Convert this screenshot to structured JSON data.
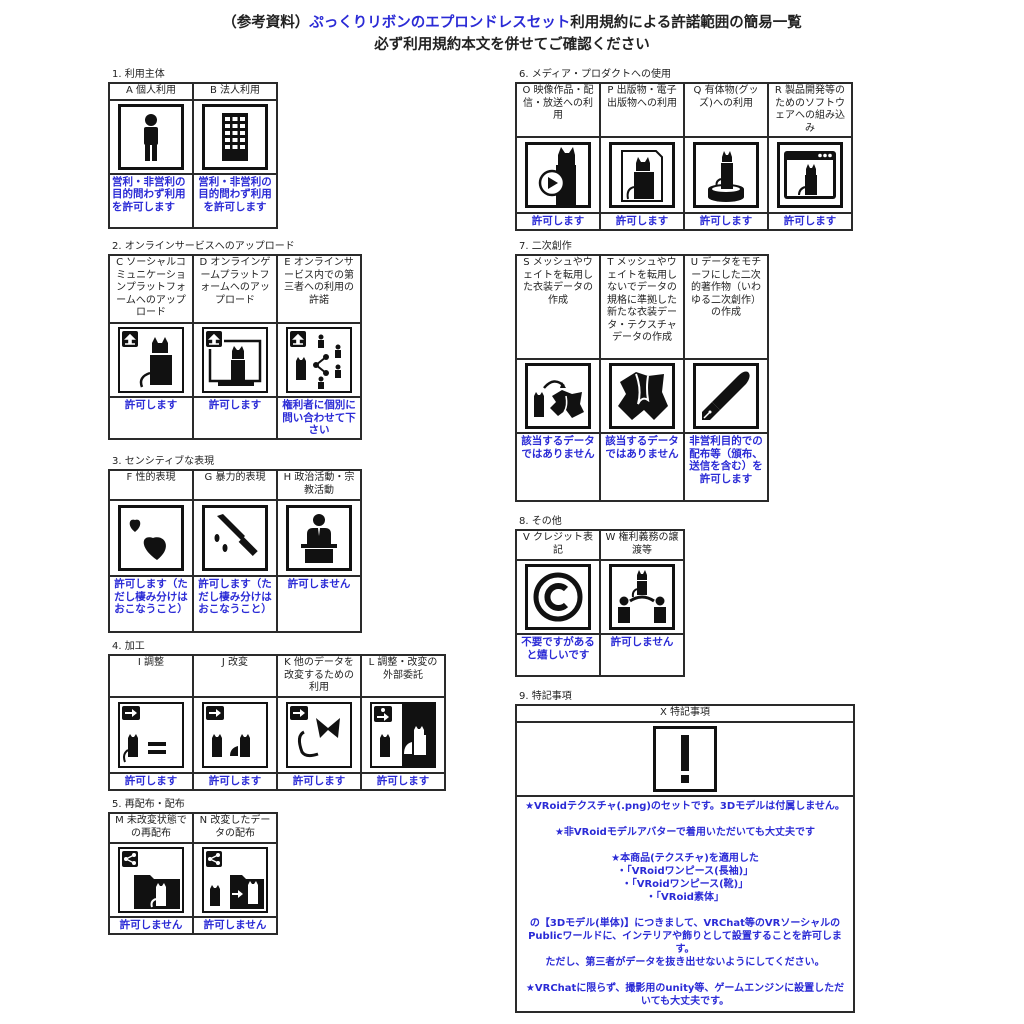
{
  "title": {
    "line1_prefix": "（参考資料）",
    "line1_product": "ぷっくりリボンのエプロンドレスセット",
    "line1_suffix": "利用規約による許諾範囲の簡易一覧",
    "line2": "必ず利用規約本文を併せてご確認ください"
  },
  "colors": {
    "accent": "#2b2bd6",
    "border": "#2a2a2a",
    "icon": "#111111"
  },
  "sections": {
    "s1": {
      "label": "1. 利用主体",
      "items": [
        {
          "header": "A 個人利用",
          "icon": "person-icon",
          "answer": "営利・非営利の目的問わず利用を許可します"
        },
        {
          "header": "B 法人利用",
          "icon": "building-icon",
          "answer": "営利・非営利の目的問わず利用を許可します"
        }
      ]
    },
    "s2": {
      "label": "2. オンラインサービスへのアップロード",
      "items": [
        {
          "header": "C ソーシャルコミュニケーションプラットフォームへのアップロード",
          "icon": "upload-avatar-icon",
          "answer": "許可します"
        },
        {
          "header": "D オンラインゲームプラットフォームへのアップロード",
          "icon": "upload-monitor-icon",
          "answer": "許可します"
        },
        {
          "header": "E オンラインサービス内での第三者への利用の許諾",
          "icon": "upload-share-icon",
          "answer": "権利者に個別に問い合わせて下さい"
        }
      ]
    },
    "s3": {
      "label": "3. センシティブな表現",
      "items": [
        {
          "header": "F 性的表現",
          "icon": "hearts-icon",
          "answer": "許可します（ただし棲み分けはおこなうこと）"
        },
        {
          "header": "G 暴力的表現",
          "icon": "knife-icon",
          "answer": "許可します（ただし棲み分けはおこなうこと）"
        },
        {
          "header": "H 政治活動・宗教活動",
          "icon": "podium-speaker-icon",
          "answer": "許可しません"
        }
      ]
    },
    "s4": {
      "label": "4. 加工",
      "items": [
        {
          "header": "I 調整",
          "icon": "adjust-equals-icon",
          "answer": "許可します"
        },
        {
          "header": "J 改変",
          "icon": "modify-avatars-icon",
          "answer": "許可します"
        },
        {
          "header": "K 他のデータを改変するための利用",
          "icon": "modify-ribbon-icon",
          "answer": "許可します"
        },
        {
          "header": "L 調整・改変の外部委託",
          "icon": "outsource-icon",
          "answer": "許可します"
        }
      ]
    },
    "s5": {
      "label": "5. 再配布・配布",
      "items": [
        {
          "header": "M 未改変状態での再配布",
          "icon": "share-folder-icon",
          "answer": "許可しません"
        },
        {
          "header": "N 改変したデータの配布",
          "icon": "share-modified-icon",
          "answer": "許可しません"
        }
      ]
    },
    "s6": {
      "label": "6. メディア・プロダクトへの使用",
      "items": [
        {
          "header": "O 映像作品・配信・放送への利用",
          "icon": "video-play-icon",
          "answer": "許可します"
        },
        {
          "header": "P 出版物・電子出版物への利用",
          "icon": "document-avatar-icon",
          "answer": "許可します"
        },
        {
          "header": "Q 有体物(グッズ)への利用",
          "icon": "figure-stand-icon",
          "answer": "許可します"
        },
        {
          "header": "R 製品開発等のためのソフトウェアへの組み込み",
          "icon": "software-window-icon",
          "answer": "許可します"
        }
      ]
    },
    "s7": {
      "label": "7. 二次創作",
      "items": [
        {
          "header": "S メッシュやウェイトを転用した衣装データの作成",
          "icon": "avatar-to-clothing-icon",
          "answer": "該当するデータではありません"
        },
        {
          "header": "T メッシュやウェイトを転用しないでデータの規格に準拠した新たな衣装データ・テクスチャデータの作成",
          "icon": "clothing-icon",
          "answer": "該当するデータではありません"
        },
        {
          "header": "U データをモチーフにした二次的著作物（いわゆる二次創作）の作成",
          "icon": "fountain-pen-icon",
          "answer": "非営利目的での配布等（頒布、送信を含む）を許可します"
        }
      ]
    },
    "s8": {
      "label": "8. その他",
      "items": [
        {
          "header": "V クレジット表記",
          "icon": "copyright-icon",
          "answer": "不要ですがあると嬉しいです"
        },
        {
          "header": "W 権利義務の譲渡等",
          "icon": "transfer-rights-icon",
          "answer": "許可しません"
        }
      ]
    },
    "s9": {
      "label": "9. 特記事項",
      "header": "X 特記事項",
      "icon": "exclamation-icon",
      "notes": {
        "n1": "★VRoidテクスチャ(.png)のセットです。3Dモデルは付属しません。",
        "n2": "★非VRoidモデルアバターで着用いただいても大丈夫です",
        "n3a": "★本商品(テクスチャ)を適用した",
        "n3b": "・「VRoidワンピース(長袖)」",
        "n3c": "・「VRoidワンピース(靴)」",
        "n3d": "・「VRoid素体」",
        "n4a": "の【3Dモデル(単体)】につきまして、VRChat等のVRソーシャルのPublicワールドに、インテリアや飾りとして設置することを許可します。",
        "n4b": "ただし、第三者がデータを抜き出せないようにしてください。",
        "n5": "★VRChatに限らず、撮影用のunity等、ゲームエンジンに設置しただいても大丈夫です。"
      }
    }
  }
}
